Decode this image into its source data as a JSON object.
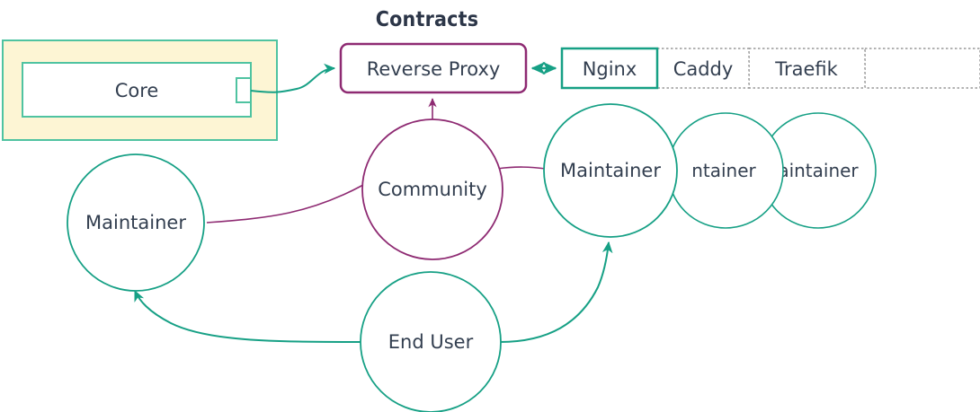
{
  "diagram": {
    "title": "Contracts",
    "background": "#ffffff",
    "colors": {
      "teal": "#16a085",
      "teal_light": "#4fc3a1",
      "purple": "#8e2a72",
      "text": "#333f50",
      "cream_fill": "#fdf5d4",
      "dotted_gray": "#999999"
    }
  },
  "group_container": {
    "name": "core-group",
    "fill": "#fdf5d4",
    "stroke": "#4fc3a1"
  },
  "nodes": {
    "core": {
      "label": "Core",
      "shape": "rect-with-port",
      "stroke": "#4fc3a1"
    },
    "reverse_proxy": {
      "label": "Reverse Proxy",
      "shape": "rounded-rect",
      "stroke": "#8e2a72"
    },
    "community": {
      "label": "Community",
      "shape": "circle",
      "stroke": "#8e2a72"
    },
    "maintainer_left": {
      "label": "Maintainer",
      "shape": "circle",
      "stroke": "#16a085"
    },
    "maintainer_1": {
      "label": "Maintainer",
      "shape": "circle",
      "stroke": "#16a085"
    },
    "maintainer_2": {
      "label": "ntainer",
      "shape": "circle",
      "stroke": "#16a085"
    },
    "maintainer_3": {
      "label": "aintainer",
      "shape": "circle",
      "stroke": "#16a085"
    },
    "end_user": {
      "label": "End User",
      "shape": "circle",
      "stroke": "#16a085"
    }
  },
  "table": {
    "name": "proxy-options-table",
    "cells": [
      {
        "label": "Nginx",
        "selected": true
      },
      {
        "label": "Caddy",
        "selected": false
      },
      {
        "label": "Traefik",
        "selected": false
      },
      {
        "label": "",
        "selected": false
      }
    ]
  },
  "edges": [
    {
      "from": "core",
      "to": "reverse_proxy",
      "color": "#16a085",
      "arrow": "end"
    },
    {
      "from": "reverse_proxy",
      "to": "nginx",
      "color": "#16a085",
      "arrow": "both"
    },
    {
      "from": "community",
      "to": "reverse_proxy",
      "color": "#8e2a72",
      "arrow": "end"
    },
    {
      "from": "maintainer_left",
      "to": "community",
      "color": "#8e2a72",
      "arrow": "none"
    },
    {
      "from": "community",
      "to": "maintainer_1",
      "color": "#8e2a72",
      "arrow": "none"
    },
    {
      "from": "end_user",
      "to": "maintainer_left",
      "color": "#16a085",
      "arrow": "end"
    },
    {
      "from": "end_user",
      "to": "maintainer_1",
      "color": "#16a085",
      "arrow": "end"
    }
  ]
}
